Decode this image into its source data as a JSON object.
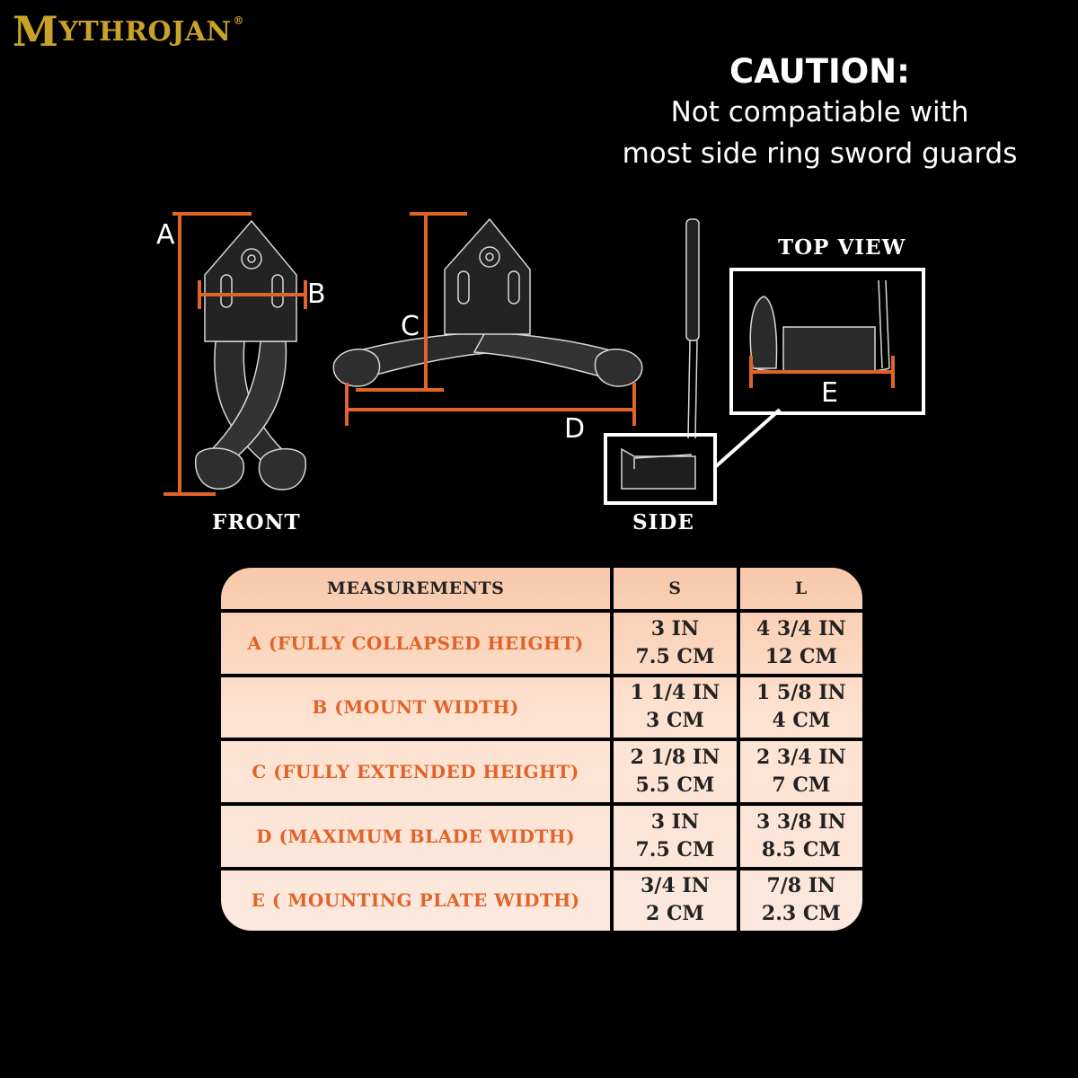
{
  "brand": {
    "initial": "M",
    "rest": "YTHROJAN",
    "registered": "®",
    "color": "#c9a227"
  },
  "caution": {
    "heading": "CAUTION:",
    "line1": "Not compatiable with",
    "line2": "most side ring sword guards"
  },
  "views": {
    "front": "FRONT",
    "side": "SIDE",
    "top": "TOP VIEW"
  },
  "dimensions": {
    "a": "A",
    "b": "B",
    "c": "C",
    "d": "D",
    "e": "E"
  },
  "colors": {
    "dimension_line": "#e2632a",
    "measurement_text": "#e2632a",
    "table_bg": "#fce3d4"
  },
  "table": {
    "header": {
      "measurement": "MEASUREMENTS",
      "small": "S",
      "large": "L"
    },
    "rows": [
      {
        "label": "A (FULLY COLLAPSED HEIGHT)",
        "s_in": "3 IN",
        "s_cm": "7.5 CM",
        "l_in": "4 3/4 IN",
        "l_cm": "12 CM"
      },
      {
        "label": "B (MOUNT WIDTH)",
        "s_in": "1 1/4 IN",
        "s_cm": "3 CM",
        "l_in": "1 5/8 IN",
        "l_cm": "4 CM"
      },
      {
        "label": "C (FULLY EXTENDED HEIGHT)",
        "s_in": "2 1/8 IN",
        "s_cm": "5.5 CM",
        "l_in": "2 3/4 IN",
        "l_cm": "7 CM"
      },
      {
        "label": "D (MAXIMUM BLADE WIDTH)",
        "s_in": "3 IN",
        "s_cm": "7.5 CM",
        "l_in": "3 3/8 IN",
        "l_cm": "8.5 CM"
      },
      {
        "label": "E ( MOUNTING PLATE WIDTH)",
        "s_in": "3/4 IN",
        "s_cm": "2 CM",
        "l_in": "7/8 IN",
        "l_cm": "2.3 CM"
      }
    ]
  }
}
